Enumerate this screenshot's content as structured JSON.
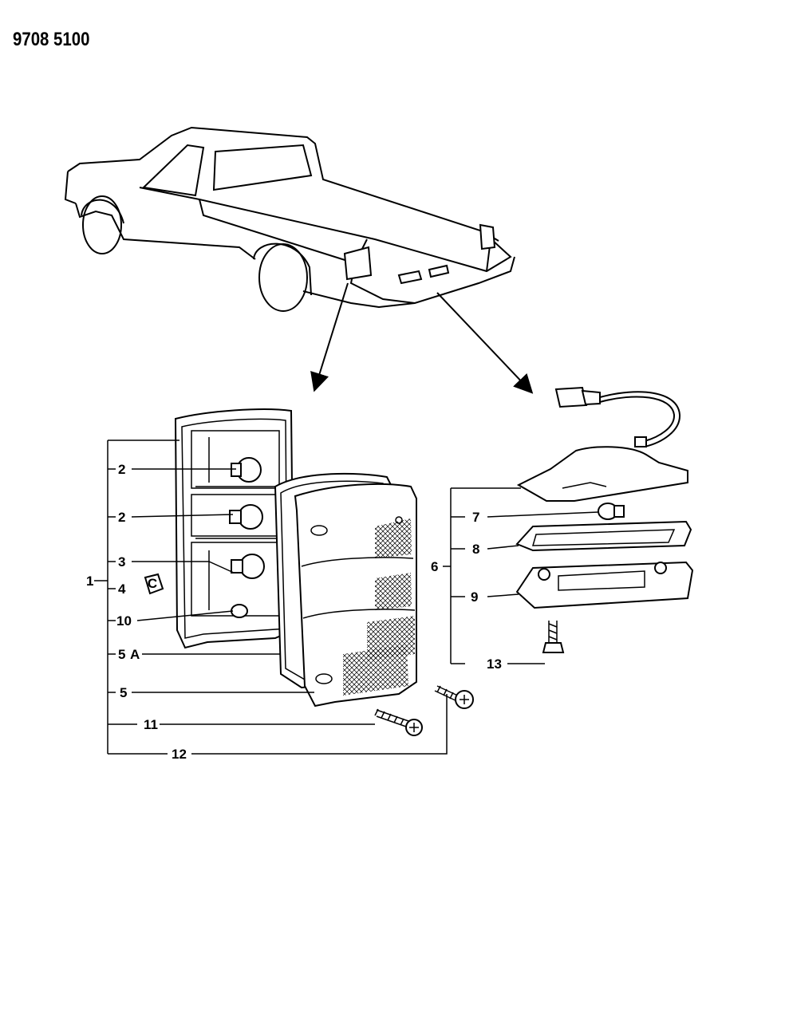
{
  "doc_code": "9708 5100",
  "callouts": {
    "c1": "1",
    "c2a": "2",
    "c2b": "2",
    "c3": "3",
    "c4": "4",
    "c4_tag": "C",
    "c10": "10",
    "c5a": "5",
    "c5a_suffix": "A",
    "c5": "5",
    "c11": "11",
    "c12": "12",
    "c6": "6",
    "c7": "7",
    "c8": "8",
    "c9": "9",
    "c13": "13"
  }
}
